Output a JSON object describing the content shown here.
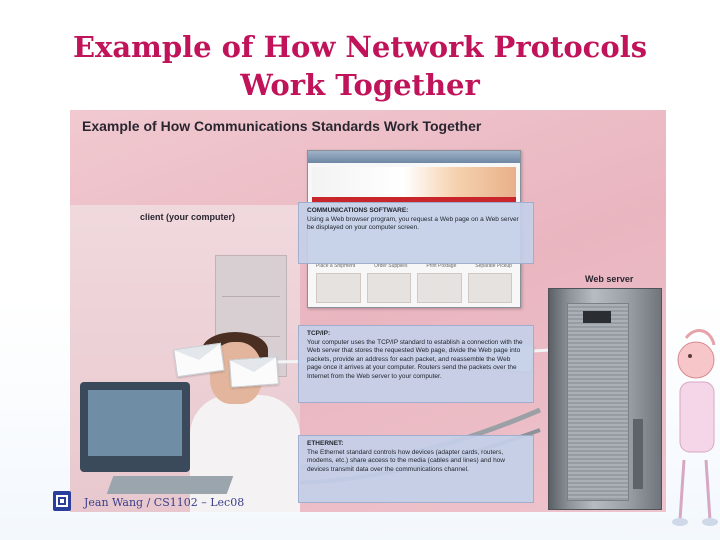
{
  "slide": {
    "title_line1": "Example of How Network Protocols",
    "title_line2": "Work Together",
    "footer": "Jean Wang / CS1102 – Lec08"
  },
  "figure": {
    "heading": "Example of How Communications Standards Work Together",
    "client_label": "client (your computer)",
    "server_label": "Web server",
    "callouts": [
      {
        "title": "COMMUNICATIONS SOFTWARE:",
        "body": "Using a Web browser program, you request a Web page on a Web server be displayed on your computer screen."
      },
      {
        "title": "TCP/IP:",
        "body": "Your computer uses the TCP/IP standard to establish a connection with the Web server that stores the requested Web page, divide the Web page into packets, provide an address for each packet, and reassemble the Web page once it arrives at your computer. Routers send the packets over the Internet from the Web server to your computer."
      },
      {
        "title": "ETHERNET:",
        "body": "The Ethernet standard controls how devices (adapter cards, routers, modems, etc.) share access to the media (cables and lines) and how devices transmit data over the communications channel."
      }
    ],
    "browser_thumbs": [
      "Place a Shipment",
      "Order Supplies",
      "Print Postage",
      "Separate Pickup"
    ]
  },
  "colors": {
    "title": "#c0135a",
    "figure_bg": "#ecbdc6",
    "callout_bg": "#c4d0e8",
    "footer": "#3b3f8a"
  }
}
